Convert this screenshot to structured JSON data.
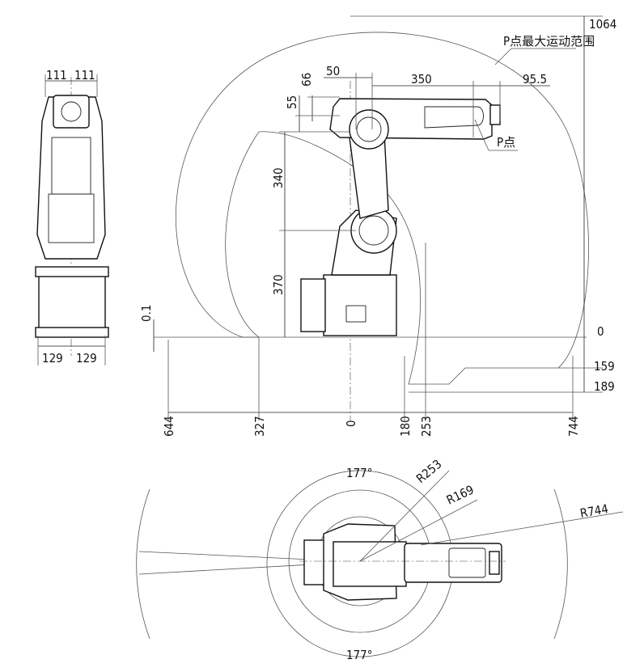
{
  "front_view": {
    "top_dims": [
      "111",
      "111"
    ],
    "bottom_dims": [
      "129",
      "129"
    ]
  },
  "side_view": {
    "max_range_label": "P点最大运动范围",
    "p_point_label": "P点",
    "top_dims": {
      "d50": "50",
      "d350": "350",
      "d95_5": "95.5"
    },
    "vertical_dims": {
      "d66": "66",
      "d55": "55",
      "d340": "340",
      "d370": "370",
      "d0_1": "0.1"
    },
    "right_dims": {
      "top": "1064",
      "zero": "0",
      "d159": "159",
      "d189": "189"
    },
    "bottom_dims": {
      "d644": "644",
      "d327": "327",
      "d0": "0",
      "d180": "180",
      "d253": "253",
      "d744": "744"
    }
  },
  "top_view": {
    "angle_top": "177°",
    "angle_bottom": "177°",
    "radius_253": "R253",
    "radius_169": "R169",
    "radius_744": "R744"
  }
}
